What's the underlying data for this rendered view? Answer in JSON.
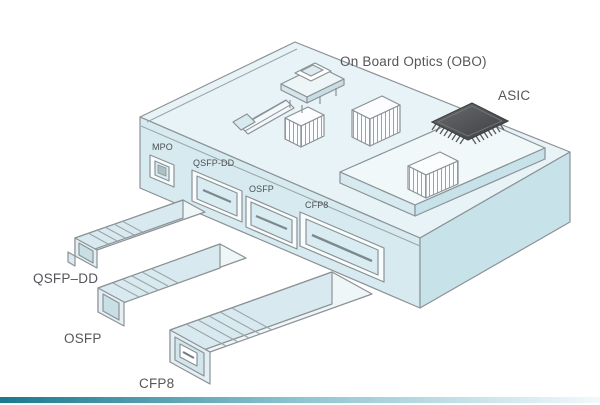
{
  "diagram": {
    "obo": {
      "label": "On Board Optics (OBO)"
    },
    "asic": {
      "label": "ASIC"
    },
    "faceplate_ports": {
      "mpo": {
        "label": "MPO"
      },
      "qsfp_dd": {
        "label": "QSFP-DD"
      },
      "osfp": {
        "label": "OSFP"
      },
      "cfp8": {
        "label": "CFP8"
      }
    },
    "modules": {
      "qsfp_dd": {
        "label": "QSFP–DD"
      },
      "osfp": {
        "label": "OSFP"
      },
      "cfp8": {
        "label": "CFP8"
      }
    },
    "colors": {
      "outline": "#8b9296",
      "chassis_top": "#e7f3f6",
      "chassis_front": "#d6eaef",
      "chassis_side": "#c8e2e9",
      "module_top": "#eef6f8",
      "asic_body": "#4f5153",
      "label_text": "#54565a",
      "accent_bar_left": "#19798e",
      "accent_bar_right": "#f2f9fb"
    }
  }
}
